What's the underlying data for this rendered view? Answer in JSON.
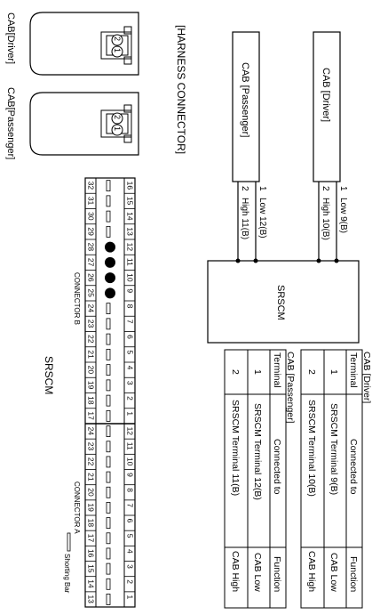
{
  "harness": {
    "title": "[HARNESS CONNECTOR]",
    "driver_label": "CAB[Driver]",
    "passenger_label": "CAB[Passenger]",
    "pin_labels": [
      "2",
      "1"
    ]
  },
  "wiring": {
    "cab_driver_box": "CAB [Driver]",
    "cab_passenger_box": "CAB [Passenger]",
    "srscm_box": "SRSCM",
    "driver_wires": [
      {
        "terminal": "1",
        "text": "Low  9(B)"
      },
      {
        "terminal": "2",
        "text": "High 10(B)"
      }
    ],
    "passenger_wires": [
      {
        "terminal": "1",
        "text": "Low  12(B)"
      },
      {
        "terminal": "2",
        "text": "High 11(B)"
      }
    ]
  },
  "tables": {
    "driver": {
      "title": "CAB [Driver]",
      "headers": [
        "Terminal",
        "Connected to",
        "Function"
      ],
      "rows": [
        [
          "1",
          "SRSCM Terminal 9(B)",
          "CAB Low"
        ],
        [
          "2",
          "SRSCM Terminal 10(B)",
          "CAB High"
        ]
      ]
    },
    "passenger": {
      "title": "CAB [Passenger]",
      "headers": [
        "Terminal",
        "Connected to",
        "Function"
      ],
      "rows": [
        [
          "1",
          "SRSCM Terminal 12(B)",
          "CAB Low"
        ],
        [
          "2",
          "SRSCM Terminal 11(B)",
          "CAB High"
        ]
      ]
    }
  },
  "srscm_connector": {
    "title": "SRSCM",
    "connector_b_label": "CONNECTOR B",
    "connector_a_label": "CONNECTOR A",
    "shorting_bar_label": "Shorting Bar",
    "b_top": [
      "16",
      "15",
      "14",
      "13",
      "12",
      "11",
      "10",
      "9",
      "8",
      "7",
      "6",
      "5",
      "4",
      "3",
      "2",
      "1"
    ],
    "b_bottom": [
      "32",
      "31",
      "30",
      "29",
      "28",
      "27",
      "26",
      "25",
      "24",
      "23",
      "22",
      "21",
      "20",
      "19",
      "18",
      "17"
    ],
    "a_top": [
      "12",
      "11",
      "10",
      "9",
      "8",
      "7",
      "6",
      "5",
      "4",
      "3",
      "2",
      "1"
    ],
    "a_bottom": [
      "24",
      "23",
      "22",
      "21",
      "20",
      "19",
      "18",
      "17",
      "16",
      "15",
      "14",
      "13"
    ],
    "filled_pins_b": [
      "12",
      "11",
      "10",
      "9"
    ]
  }
}
